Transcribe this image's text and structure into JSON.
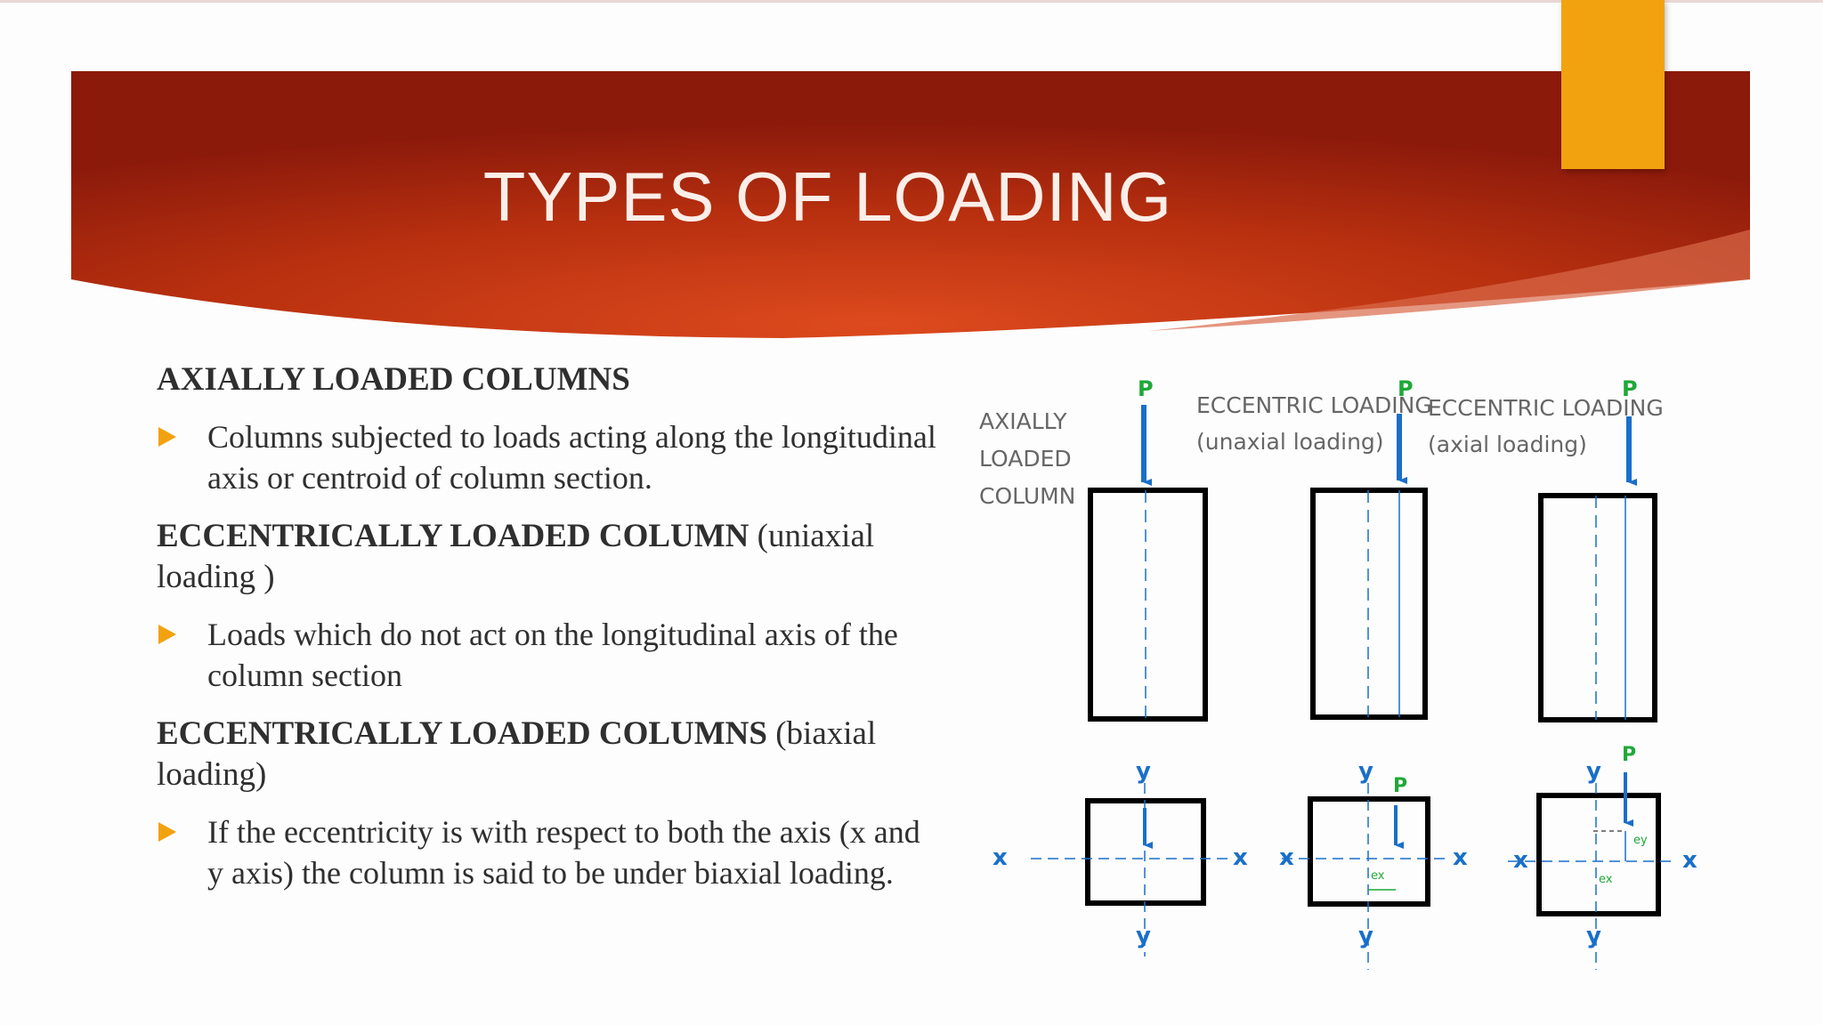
{
  "slide": {
    "title": "TYPES OF LOADING",
    "colors": {
      "banner_dark": "#8c1a0b",
      "banner_light": "#dd4a1e",
      "accent": "#f2a20f",
      "diagram_blue": "#1a6fc9",
      "load_green": "#1fa838"
    }
  },
  "content": {
    "sections": [
      {
        "heading_bold": "AXIALLY LOADED COLUMNS",
        "heading_rest": "",
        "bullet": "Columns subjected to loads acting along the longitudinal axis or centroid of column section."
      },
      {
        "heading_bold": "ECCENTRICALLY LOADED COLUMN",
        "heading_rest": " (uniaxial loading )",
        "bullet": "Loads which do not act on the longitudinal axis of the column section"
      },
      {
        "heading_bold": "ECCENTRICALLY LOADED COLUMNS",
        "heading_rest": " (biaxial loading)",
        "bullet": "If the eccentricity is with respect to both the axis (x and y axis) the column is said to be under biaxial loading."
      }
    ]
  },
  "diagram": {
    "captions": [
      {
        "lines": [
          "AXIALLY",
          "LOADED",
          "COLUMN"
        ]
      },
      {
        "lines": [
          "ECCENTRIC LOADING",
          "(unaxial loading)"
        ]
      },
      {
        "lines": [
          "ECCENTRIC LOADING",
          "(axial loading)"
        ]
      }
    ],
    "load_label": "P",
    "x_axis_label": "x",
    "y_axis_label": "y",
    "ecc_x_label": "ex",
    "ecc_y_label": "ey"
  }
}
